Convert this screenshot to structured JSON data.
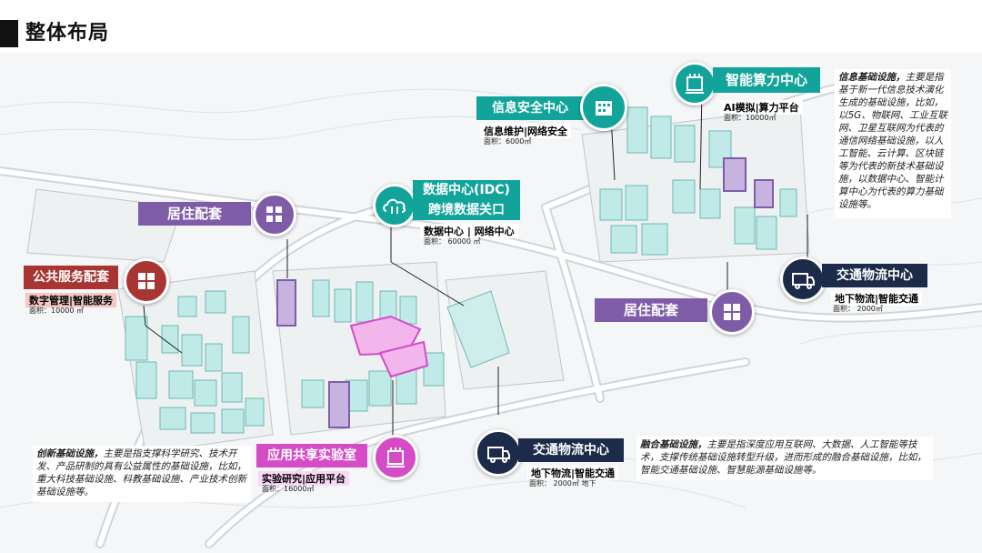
{
  "header": {
    "title": "整体布局"
  },
  "colors": {
    "teal": "#12a49b",
    "navy": "#1c2b49",
    "purple": "#7f5ca8",
    "magenta": "#d64bc6",
    "red": "#a83532"
  },
  "labels": {
    "zhineng": {
      "title": "智能算力中心",
      "sub": "AI模拟|算力平台",
      "area": "面积：10000㎡"
    },
    "xinxi": {
      "title": "信息安全中心",
      "sub": "信息维护|网络安全",
      "area": "面积：6000㎡"
    },
    "idc": {
      "title1": "数据中心(IDC)",
      "title2": "跨境数据关口",
      "sub": "数据中心 | 网络中心",
      "area": "面积：  60000 ㎡"
    },
    "juzhu1": {
      "title": "居住配套"
    },
    "juzhu2": {
      "title": "居住配套"
    },
    "gonggong": {
      "title": "公共服务配套",
      "sub": "数字管理|智能服务",
      "area": "面积：10000 ㎡"
    },
    "jiaotong1": {
      "title": "交通物流中心",
      "sub": "地下物流|智能交通",
      "area": "面积：  2000㎡"
    },
    "jiaotong2": {
      "title": "交通物流中心",
      "sub": "地下物流|智能交通",
      "area": "面积：  2000㎡  地下"
    },
    "yingyong": {
      "title": "应用共享实验室",
      "sub": "实验研究|应用平台",
      "area": "面积：16000㎡"
    }
  },
  "descriptions": {
    "xinxi_infra": {
      "term": "信息基础设施，",
      "body": "主要是指基于新一代信息技术演化生成的基础设施，比如，以5G、物联网、工业互联网、卫星互联网为代表的通信网络基础设施，以人工智能、云计算、区块链等为代表的新技术基础设施，以数据中心、智能计算中心为代表的算力基础设施等。"
    },
    "chuangxin_infra": {
      "term": "创新基础设施，",
      "body": "主要是指支撑科学研究、技术开发、产品研制的具有公益属性的基础设施，比如，重大科技基础设施、科教基础设施、产业技术创新基础设施等。"
    },
    "ronghe_infra": {
      "term": "融合基础设施，",
      "body": "主要是指深度应用互联网、大数据、人工智能等技术，支撑传统基础设施转型升级，进而形成的融合基础设施，比如，智能交通基础设施、智慧能源基础设施等。"
    }
  },
  "icons": [
    "chip-icon",
    "building-icon",
    "cloud-icon",
    "grid-icon",
    "truck-icon"
  ]
}
